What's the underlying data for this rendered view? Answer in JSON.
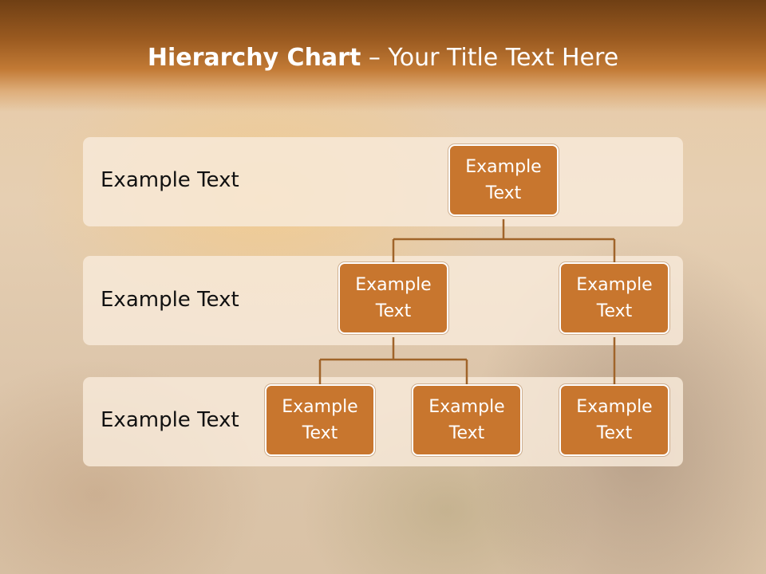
{
  "slide": {
    "title_bold": "Hierarchy Chart",
    "title_rest": " – Your Title Text Here"
  },
  "levels": [
    {
      "label": "Example Text"
    },
    {
      "label": "Example Text"
    },
    {
      "label": "Example Text"
    }
  ],
  "nodes": {
    "root": "Example\nText",
    "left": "Example\nText",
    "right": "Example\nText",
    "left_child_1": "Example\nText",
    "left_child_2": "Example\nText",
    "right_child_1": "Example\nText"
  },
  "colors": {
    "node_fill": "#c8762e",
    "node_border": "#ffffff",
    "connector": "#a0642a",
    "band_fill": "#f8eada",
    "header_dark": "#6f3f14"
  }
}
